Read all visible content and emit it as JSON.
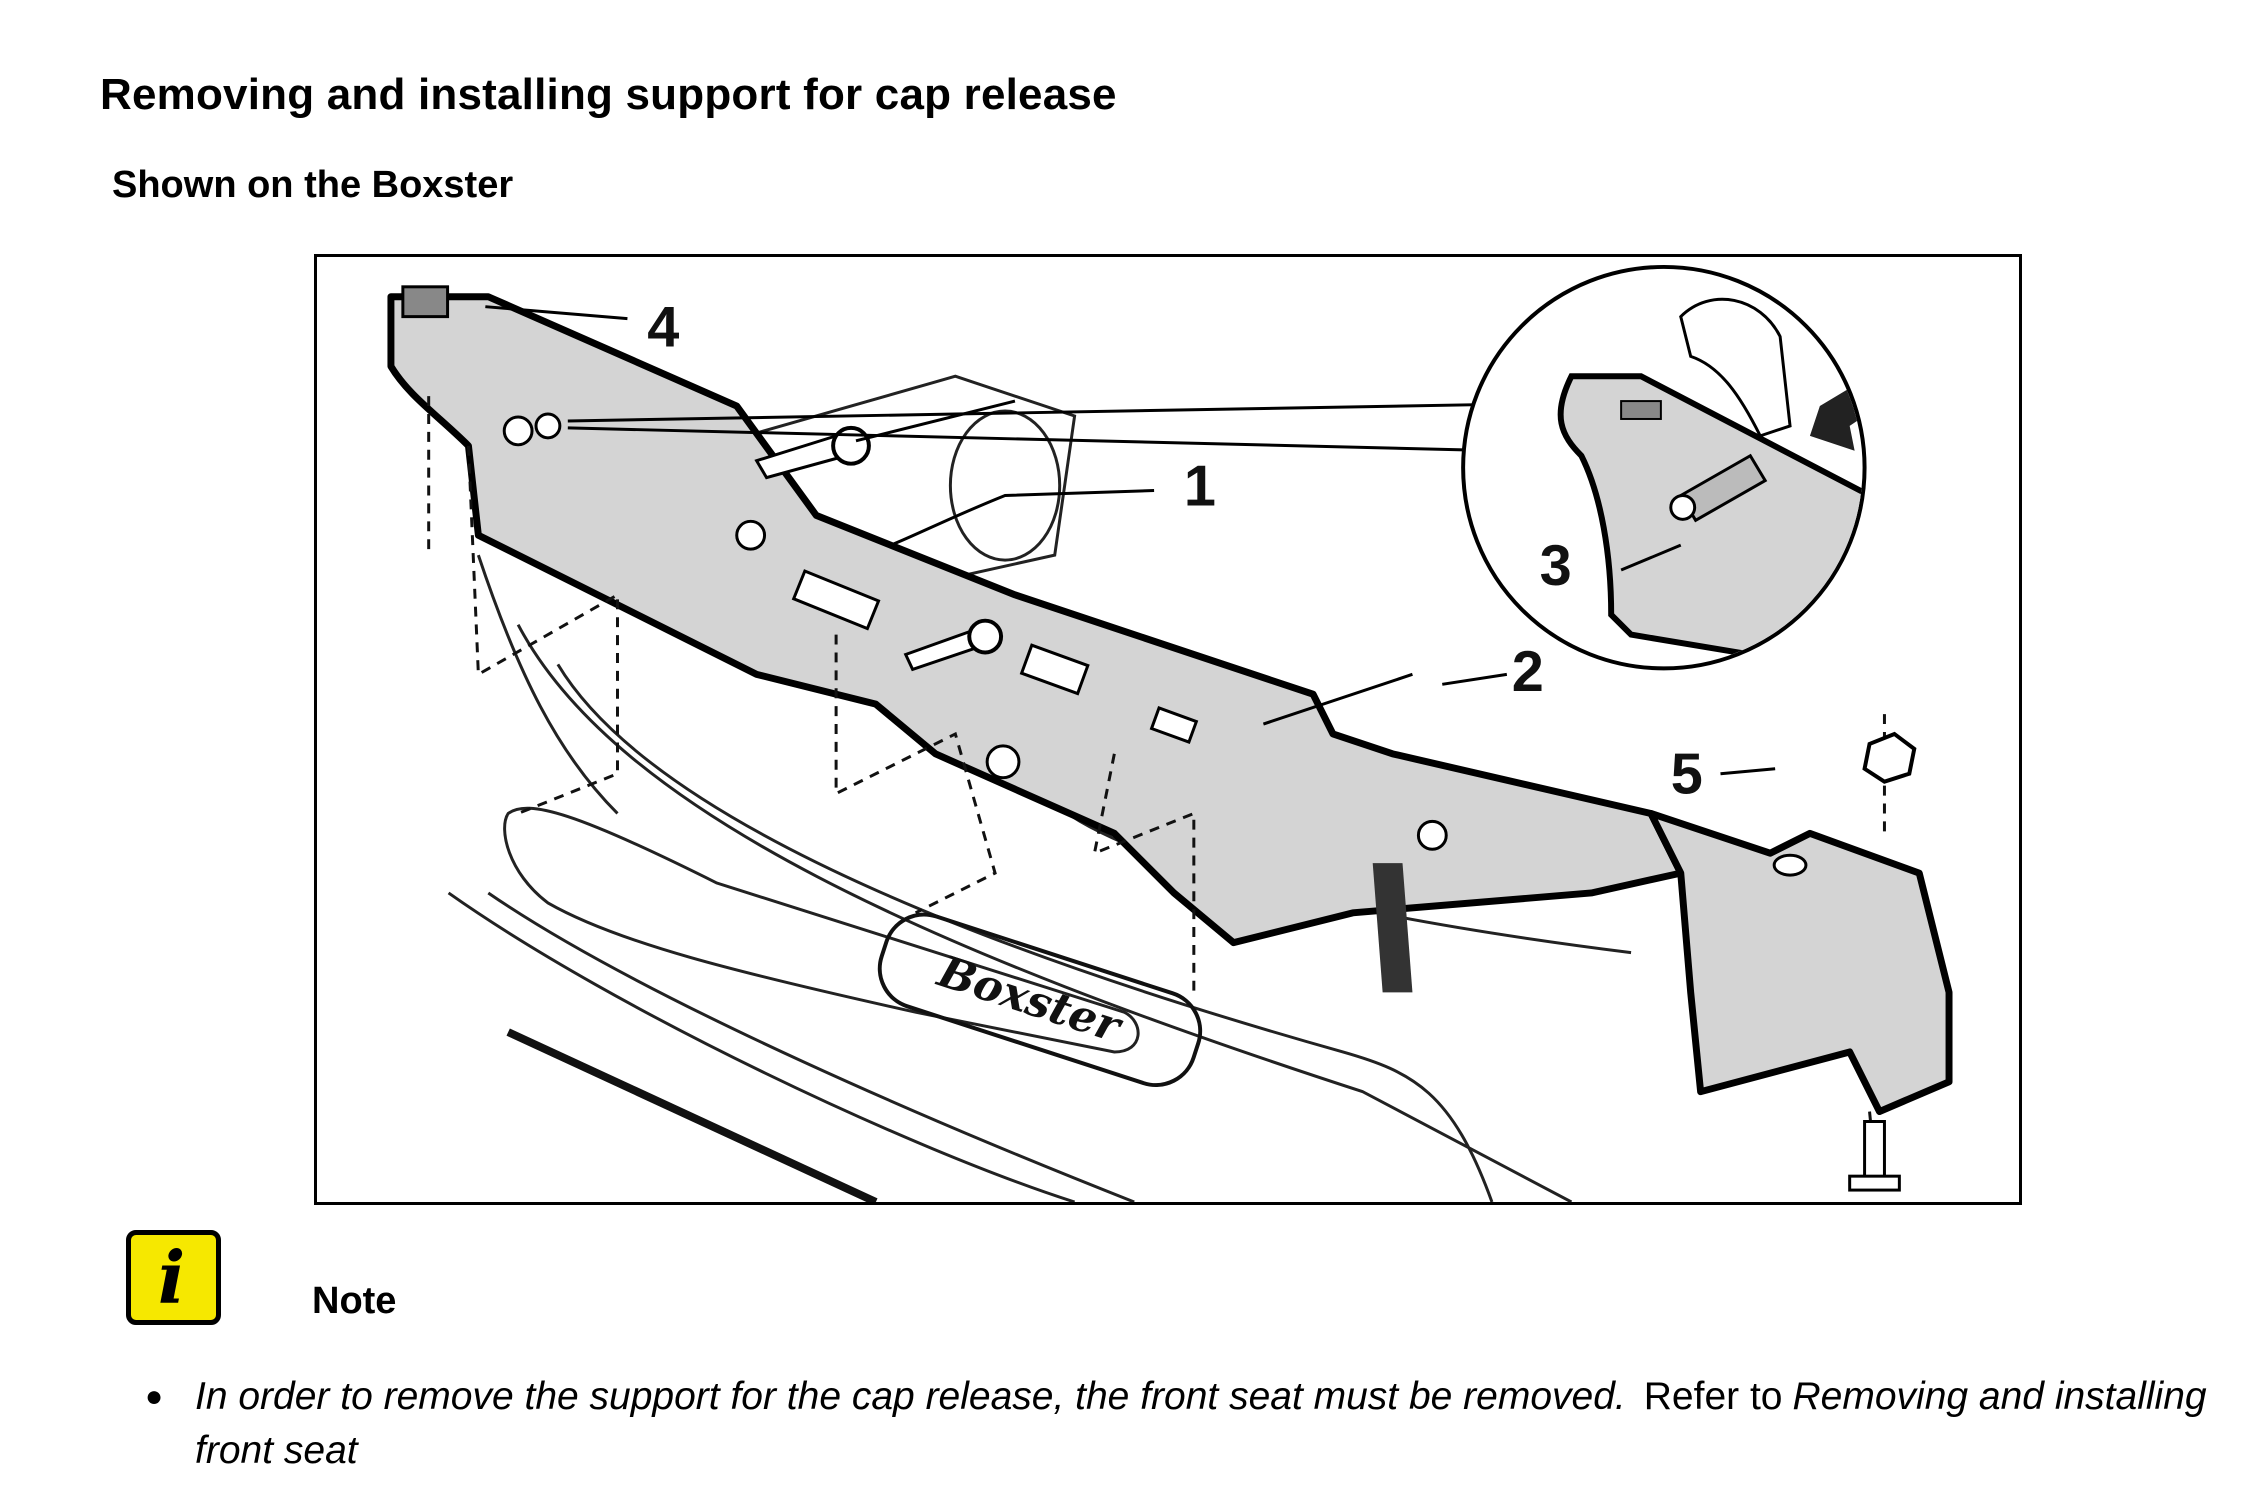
{
  "document": {
    "title": "Removing and installing support for cap release",
    "subtitle": "Shown on the Boxster"
  },
  "figure": {
    "callouts": [
      "1",
      "2",
      "3",
      "4",
      "5"
    ],
    "sill_badge_text": "Boxster"
  },
  "note": {
    "icon": "info-icon",
    "label": "Note",
    "items": [
      {
        "text": "In order to remove the support for the cap release, the front seat must be removed.",
        "ref_prefix": "Refer to",
        "ref_link": "Removing and installing front seat"
      }
    ]
  },
  "colors": {
    "icon_yellow": "#f6e800",
    "part_fill": "#d4d4d4"
  }
}
